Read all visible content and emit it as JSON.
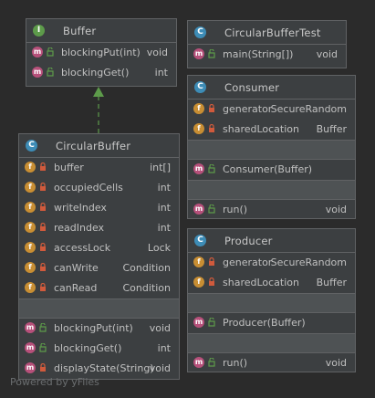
{
  "nodes": {
    "buffer": {
      "kind": "I",
      "title": "Buffer",
      "methods": [
        {
          "name": "blockingPut(int)",
          "type": "void"
        },
        {
          "name": "blockingGet()",
          "type": "int"
        }
      ]
    },
    "circular_buffer_test": {
      "kind": "C",
      "title": "CircularBufferTest",
      "methods": [
        {
          "name": "main(String[])",
          "type": "void"
        }
      ]
    },
    "consumer": {
      "kind": "C",
      "title": "Consumer",
      "fields": [
        {
          "name": "generator",
          "type": "SecureRandom"
        },
        {
          "name": "sharedLocation",
          "type": "Buffer"
        }
      ],
      "constructors": [
        {
          "name": "Consumer(Buffer)",
          "type": ""
        }
      ],
      "methods": [
        {
          "name": "run()",
          "type": "void"
        }
      ]
    },
    "circular_buffer": {
      "kind": "C",
      "title": "CircularBuffer",
      "fields": [
        {
          "name": "buffer",
          "type": "int[]"
        },
        {
          "name": "occupiedCells",
          "type": "int"
        },
        {
          "name": "writeIndex",
          "type": "int"
        },
        {
          "name": "readIndex",
          "type": "int"
        },
        {
          "name": "accessLock",
          "type": "Lock"
        },
        {
          "name": "canWrite",
          "type": "Condition"
        },
        {
          "name": "canRead",
          "type": "Condition"
        }
      ],
      "methods": [
        {
          "name": "blockingPut(int)",
          "type": "void"
        },
        {
          "name": "blockingGet()",
          "type": "int"
        },
        {
          "name": "displayState(String)",
          "type": "void"
        }
      ]
    },
    "producer": {
      "kind": "C",
      "title": "Producer",
      "fields": [
        {
          "name": "generator",
          "type": "SecureRandom"
        },
        {
          "name": "sharedLocation",
          "type": "Buffer"
        }
      ],
      "constructors": [
        {
          "name": "Producer(Buffer)",
          "type": ""
        }
      ],
      "methods": [
        {
          "name": "run()",
          "type": "void"
        }
      ]
    }
  },
  "badges": {
    "method": "m",
    "field": "f"
  },
  "colors": {
    "background": "#2b2b2b",
    "node_fill": "#3c3f41",
    "interface_badge": "#5d9b4a",
    "class_badge": "#3d8cb6",
    "method_badge": "#b6507a",
    "field_badge": "#c88e33",
    "edge": "#5d9b4a"
  },
  "footer": "Powered by yFiles"
}
